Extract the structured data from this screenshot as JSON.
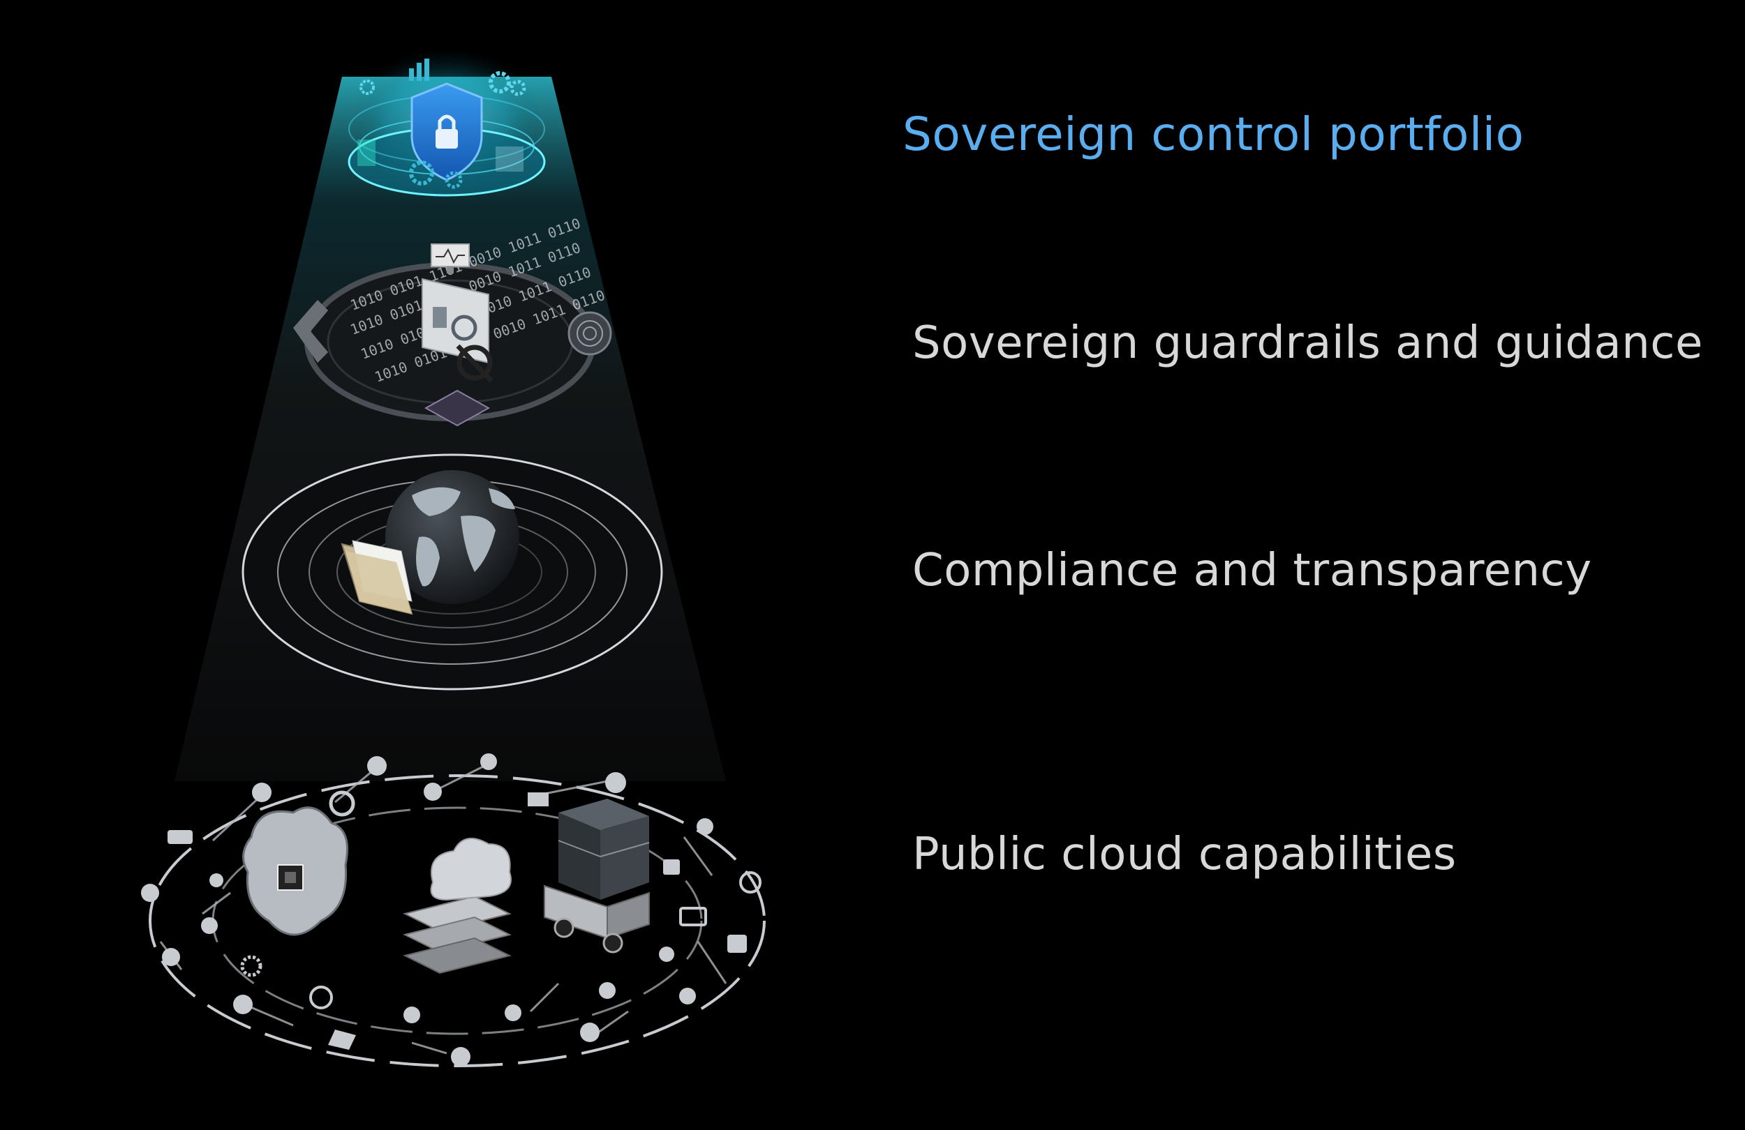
{
  "layers": [
    {
      "id": "control",
      "label": "Sovereign control portfolio",
      "color": "#5aaef0"
    },
    {
      "id": "guardrails",
      "label": "Sovereign guardrails and guidance",
      "color": "#d8d8d8"
    },
    {
      "id": "compliance",
      "label": "Compliance and transparency",
      "color": "#d8d8d8"
    },
    {
      "id": "public",
      "label": "Public cloud capabilities",
      "color": "#d8d8d8"
    }
  ],
  "colors": {
    "background": "#000000",
    "accent": "#2fb8e8",
    "shield": "#1f7ad6",
    "platform": "#2c2f33",
    "connector": "#8aa0b8"
  },
  "decor": {
    "binary_text": "1010 0101 1101 0010 1011 0110"
  }
}
